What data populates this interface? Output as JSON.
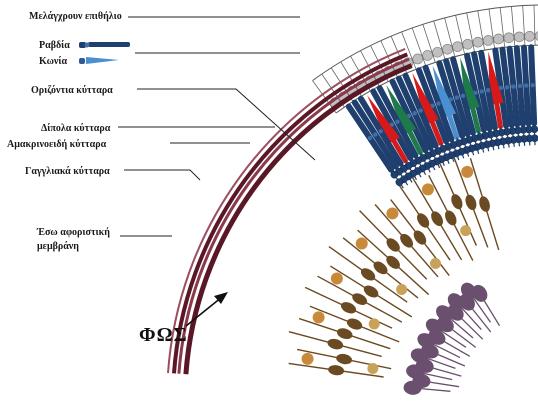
{
  "labels": {
    "rpe": "Μελάγχρουν επιθήλιο",
    "rods": "Ραβδία",
    "cones": "Κωνία",
    "horizontal": "Οριζόντια κύτταρα",
    "bipolar": "Δίπολα κύτταρα",
    "amacrine": "Αμακρινοειδή κύτταρα",
    "ganglion": "Γαγγλιακά κύτταρα",
    "ilm_line1": "Έσω αφοριστική",
    "ilm_line2": "μεμβράνη",
    "light": "ΦΩΣ"
  },
  "colors": {
    "rod": "#1f3f6e",
    "rod_light": "#3e6fa8",
    "cone_red": "#d61a1a",
    "cone_green": "#1e7a4a",
    "cone_blue": "#4a8fd0",
    "rpe": "#bfbfbf",
    "membrane": "#7a2a3a",
    "bipolar": "#6a4a22",
    "horizontal": "#c8893a",
    "ganglion": "#6a4f6e"
  }
}
